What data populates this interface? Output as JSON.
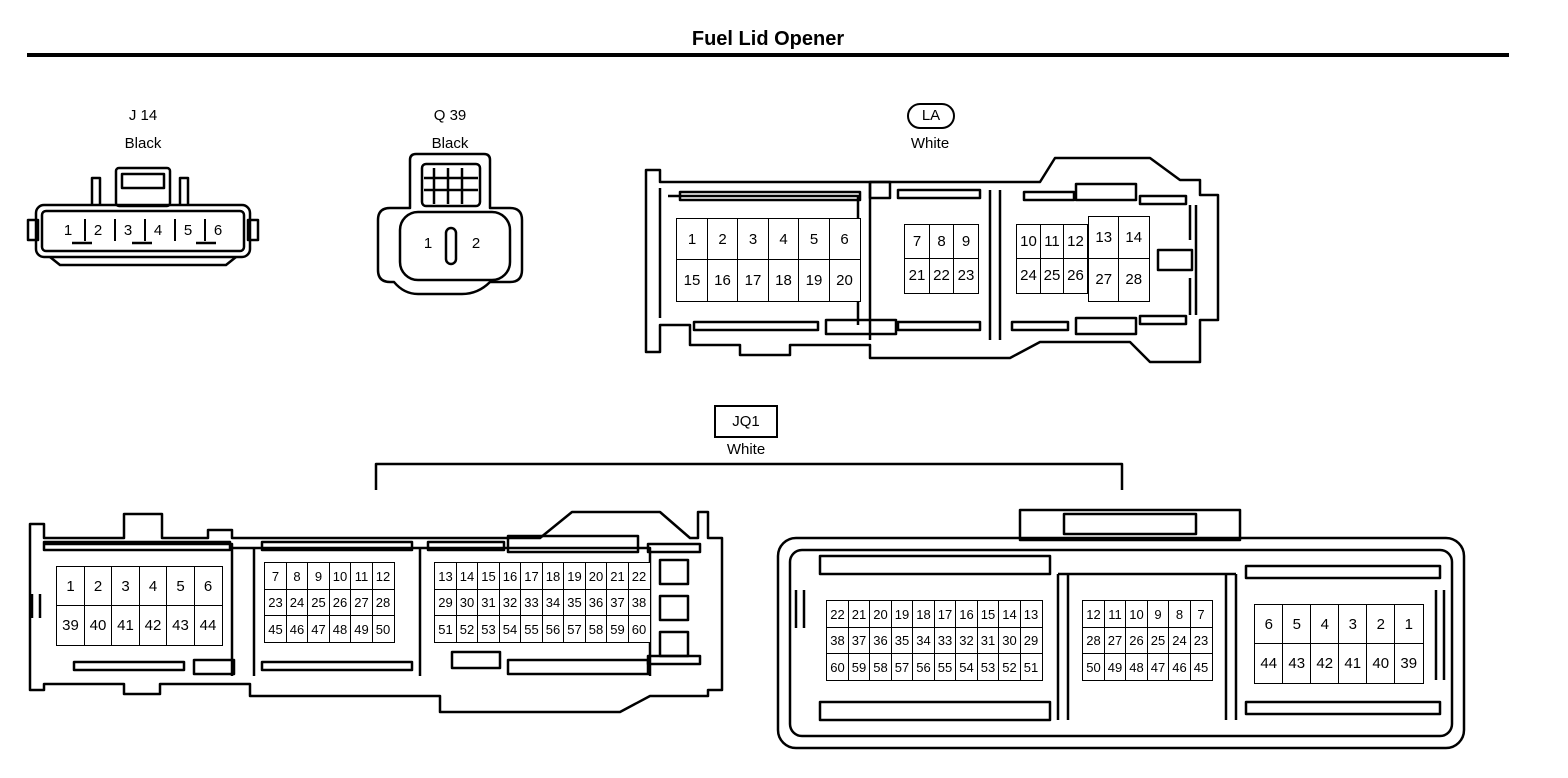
{
  "title": "Fuel Lid Opener",
  "connectors": {
    "j14": {
      "code": "J 14",
      "color": "Black",
      "pins": [
        "1",
        "2",
        "3",
        "4",
        "5",
        "6"
      ]
    },
    "q39": {
      "code": "Q 39",
      "color": "Black",
      "pins": [
        "1",
        "2"
      ]
    },
    "la": {
      "code": "LA",
      "color": "White",
      "left": [
        "1",
        "2",
        "3",
        "4",
        "5",
        "6",
        "15",
        "16",
        "17",
        "18",
        "19",
        "20"
      ],
      "mid": [
        "7",
        "8",
        "9",
        "21",
        "22",
        "23"
      ],
      "right_small": [
        "10",
        "11",
        "12",
        "24",
        "25",
        "26"
      ],
      "right_big": [
        "13",
        "14",
        "27",
        "28"
      ]
    },
    "jq1": {
      "code": "JQ1",
      "color": "White",
      "a_left": [
        "1",
        "2",
        "3",
        "4",
        "5",
        "6",
        "39",
        "40",
        "41",
        "42",
        "43",
        "44"
      ],
      "a_mid": [
        "7",
        "8",
        "9",
        "10",
        "11",
        "12",
        "23",
        "24",
        "25",
        "26",
        "27",
        "28",
        "45",
        "46",
        "47",
        "48",
        "49",
        "50"
      ],
      "a_right": [
        "13",
        "14",
        "15",
        "16",
        "17",
        "18",
        "19",
        "20",
        "21",
        "22",
        "29",
        "30",
        "31",
        "32",
        "33",
        "34",
        "35",
        "36",
        "37",
        "38",
        "51",
        "52",
        "53",
        "54",
        "55",
        "56",
        "57",
        "58",
        "59",
        "60"
      ],
      "b_left": [
        "22",
        "21",
        "20",
        "19",
        "18",
        "17",
        "16",
        "15",
        "14",
        "13",
        "38",
        "37",
        "36",
        "35",
        "34",
        "33",
        "32",
        "31",
        "30",
        "29",
        "60",
        "59",
        "58",
        "57",
        "56",
        "55",
        "54",
        "53",
        "52",
        "51"
      ],
      "b_mid": [
        "12",
        "11",
        "10",
        "9",
        "8",
        "7",
        "28",
        "27",
        "26",
        "25",
        "24",
        "23",
        "50",
        "49",
        "48",
        "47",
        "46",
        "45"
      ],
      "b_right": [
        "6",
        "5",
        "4",
        "3",
        "2",
        "1",
        "44",
        "43",
        "42",
        "41",
        "40",
        "39"
      ]
    }
  }
}
